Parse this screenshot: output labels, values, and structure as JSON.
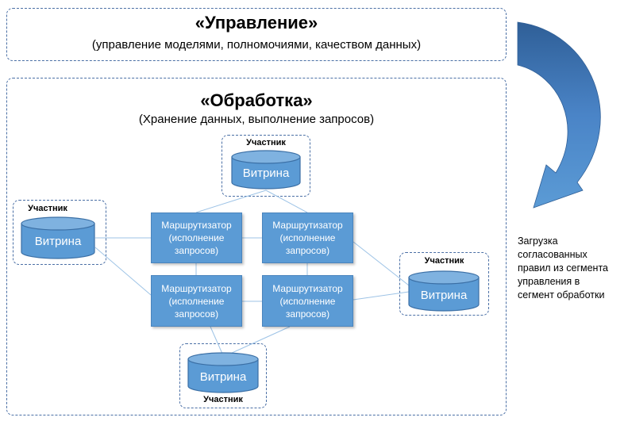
{
  "top_segment": {
    "title": "«Управление»",
    "subtitle": "(управление моделями, полномочиями, качеством данных)"
  },
  "processing_segment": {
    "title": "«Обработка»",
    "subtitle": "(Хранение данных, выполнение запросов)"
  },
  "participants": [
    {
      "label": "Участник",
      "store": "Витрина"
    },
    {
      "label": "Участник",
      "store": "Витрина"
    },
    {
      "label": "Участник",
      "store": "Витрина"
    },
    {
      "label": "Участник",
      "store": "Витрина"
    }
  ],
  "routers": [
    {
      "line1": "Маршрутизатор",
      "line2": "(исполнение",
      "line3": "запросов)"
    },
    {
      "line1": "Маршрутизатор",
      "line2": "(исполнение",
      "line3": "запросов)"
    },
    {
      "line1": "Маршрутизатор",
      "line2": "(исполнение",
      "line3": "запросов)"
    },
    {
      "line1": "Маршрутизатор",
      "line2": "(исполнение",
      "line3": "запросов)"
    }
  ],
  "side_note": {
    "lines": [
      "Загрузка",
      "согласованных",
      "правил из сегмента",
      "управления в",
      "сегмент обработки"
    ]
  },
  "colors": {
    "box_fill": "#5b9bd5",
    "dash_border": "#4a6fa5",
    "arrow": "#3f6fa8",
    "link_line": "#9dc3e6"
  }
}
